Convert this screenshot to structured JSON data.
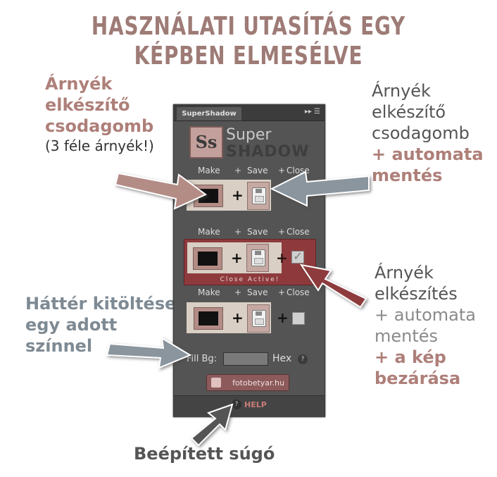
{
  "title": {
    "line1": "HASZNÁLATI UTASÍTÁS EGY",
    "line2": "KÉPBEN ELMESÉLVE"
  },
  "annotations": {
    "left_top": {
      "l1": "Árnyék",
      "l2": "elkészítő",
      "l3": "csodagomb",
      "l4": "(3 féle árnyék!)"
    },
    "right_top": {
      "l1": "Árnyék",
      "l2": "elkészítő",
      "l3": "csodagomb",
      "l4": "+ automata",
      "l5": "mentés"
    },
    "left_mid": {
      "l1": "Háttér kitöltése",
      "l2": "egy adott",
      "l3": "színnel"
    },
    "right_mid": {
      "l1": "Árnyék",
      "l2": "elkészítés",
      "l3": "+ automata",
      "l4": "mentés",
      "l5": "+ a kép",
      "l6": "bezárása"
    },
    "bottom": "Beépített súgó"
  },
  "panel": {
    "tab": "SuperShadow",
    "logo_letters": "Ss",
    "logo_word1": "Super",
    "logo_word2": "SHADOW",
    "rows": [
      {
        "make": "Make",
        "plus1": "+",
        "save": "Save",
        "plus2": "+",
        "close": "Close"
      },
      {
        "make": "Make",
        "plus1": "+",
        "save": "Save",
        "plus2": "+",
        "close": "Close",
        "active_label": "Close Active!"
      },
      {
        "make": "Make",
        "plus1": "+",
        "save": "Save",
        "plus2": "+",
        "close": "Close"
      }
    ],
    "fill_label": "Fill Bg:",
    "fill_value": "",
    "hex_label": "Hex",
    "help_glyph": "?",
    "fotobetyar": "fotobetyar.hu",
    "help_label": "HELP"
  },
  "colors": {
    "accent": "#ae7f79",
    "active_row": "#8e3a3c",
    "grey_text": "#7e8a93",
    "panel_bg": "#545454"
  }
}
